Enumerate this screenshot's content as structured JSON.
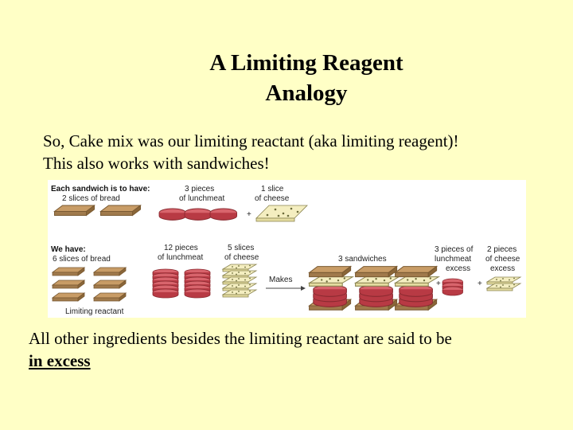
{
  "title": {
    "line1": "A Limiting Reagent",
    "line2": "Analogy"
  },
  "intro": {
    "line1": "So, Cake mix was our limiting reactant (aka limiting reagent)!",
    "line2": "This also works with sandwiches!"
  },
  "figure": {
    "top_heading": "Each sandwich is to have:",
    "req_bread_1": "2 slices of bread",
    "req_meat_1": "3 pieces",
    "req_meat_2": "of lunchmeat",
    "req_cheese_1": "1 slice",
    "req_cheese_2": "of cheese",
    "have_heading": "We have:",
    "have_bread": "6 slices of bread",
    "have_meat_1": "12 pieces",
    "have_meat_2": "of lunchmeat",
    "have_cheese_1": "5 slices",
    "have_cheese_2": "of cheese",
    "makes": "Makes",
    "sandwiches": "3 sandwiches",
    "excess_meat_1": "3 pieces of",
    "excess_meat_2": "lunchmeat",
    "excess_meat_3": "excess",
    "excess_cheese_1": "2 pieces",
    "excess_cheese_2": "of cheese",
    "excess_cheese_3": "excess",
    "limiting": "Limiting reactant",
    "plus": "+",
    "colors": {
      "bread": "#a07a4c",
      "bread_top": "#c89c66",
      "meat": "#c94a52",
      "cheese": "#f4eec0",
      "cheese_spot": "#6b6b3a"
    }
  },
  "outro": {
    "line1": "All other ingredients besides the limiting reactant are said to be",
    "excess": "in excess"
  }
}
